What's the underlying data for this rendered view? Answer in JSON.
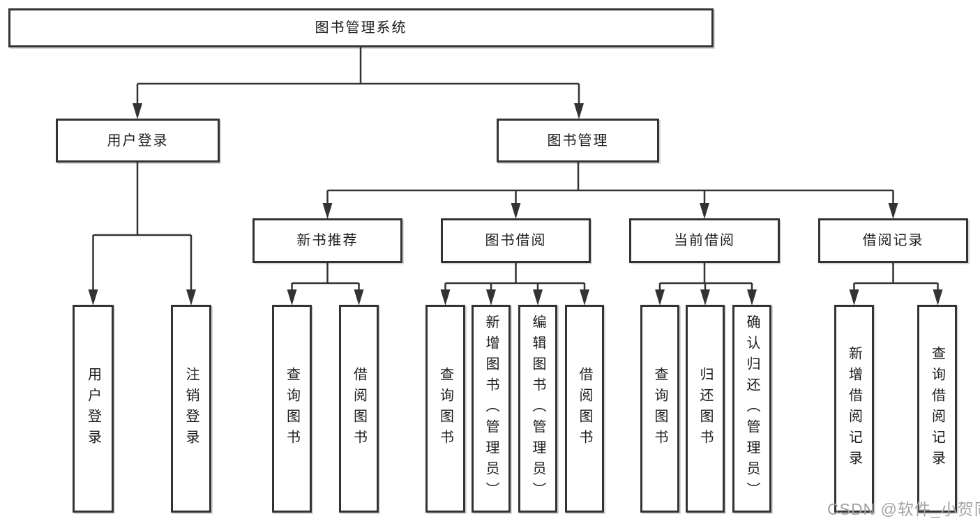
{
  "nodes": {
    "root": "图书管理系统",
    "level1": {
      "user_login": "用户登录",
      "book_mgmt": "图书管理"
    },
    "level2": {
      "new_books": "新书推荐",
      "borrow": "图书借阅",
      "current": "当前借阅",
      "records": "借阅记录"
    },
    "leaves": {
      "user_login": [
        "用户登录",
        "注销登录"
      ],
      "new_books": [
        "查询图书",
        "借阅图书"
      ],
      "borrow": [
        "查询图书",
        "新增图书（管理员）",
        "编辑图书（管理员）",
        "借阅图书"
      ],
      "current": [
        "查询图书",
        "归还图书",
        "确认归还（管理员）"
      ],
      "records": [
        "新增借阅记录",
        "查询借阅记录"
      ]
    }
  },
  "watermark": "CSDN @软件_小贺同学",
  "colors": {
    "line": "#333333",
    "text": "#1c1c1c",
    "background": "#ffffff",
    "watermark": "#a3a3a3"
  }
}
